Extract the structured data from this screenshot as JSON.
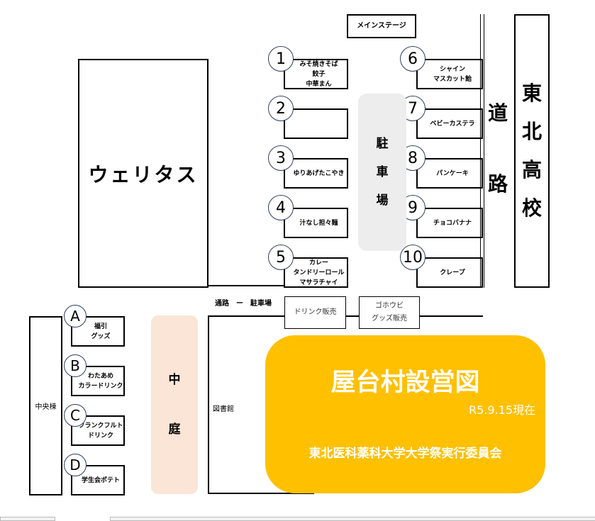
{
  "main_stage": "メインステージ",
  "veritas": "ウェリタス",
  "parking": [
    "駐",
    "車",
    "場"
  ],
  "road": [
    "道",
    "路"
  ],
  "tohoku_high": [
    "東",
    "北",
    "高",
    "校"
  ],
  "left_stalls": [
    {
      "num": "1",
      "items": [
        "みそ焼きそば",
        "餃子",
        "中華まん"
      ]
    },
    {
      "num": "2",
      "items": []
    },
    {
      "num": "3",
      "items": [
        "ゆりあげたこやき"
      ]
    },
    {
      "num": "4",
      "items": [
        "汁なし担々麺"
      ]
    },
    {
      "num": "5",
      "items": [
        "カレー",
        "タンドリーロール",
        "マサラチャイ"
      ]
    }
  ],
  "right_stalls": [
    {
      "num": "6",
      "items": [
        "シャイン",
        "マスカット飴"
      ]
    },
    {
      "num": "7",
      "items": [
        "ベビーカステラ"
      ]
    },
    {
      "num": "8",
      "items": [
        "パンケーキ"
      ]
    },
    {
      "num": "9",
      "items": [
        "チョコバナナ"
      ]
    },
    {
      "num": "10",
      "items": [
        "クレープ"
      ]
    }
  ],
  "passage_label": "通路　ー　駐車場",
  "drink_sale": "ドリンク販売",
  "reward_sale": [
    "ゴホウビ",
    "グッズ販売"
  ],
  "central_building": "中央棟",
  "courtyard": [
    "中",
    "庭"
  ],
  "library": "図書館",
  "abcd_stalls": [
    {
      "num": "A",
      "items": [
        "福引",
        "グッズ"
      ]
    },
    {
      "num": "B",
      "items": [
        "わたあめ",
        "カラードリンク"
      ]
    },
    {
      "num": "C",
      "items": [
        "フランクフルト",
        "ドリンク"
      ]
    },
    {
      "num": "D",
      "items": [
        "学生会ポテト"
      ]
    }
  ],
  "banner": {
    "title": "屋台村設営図",
    "date": "R5.9.15現在",
    "org": "東北医科薬科大学大学祭実行委員会",
    "color": "#ffc000"
  }
}
